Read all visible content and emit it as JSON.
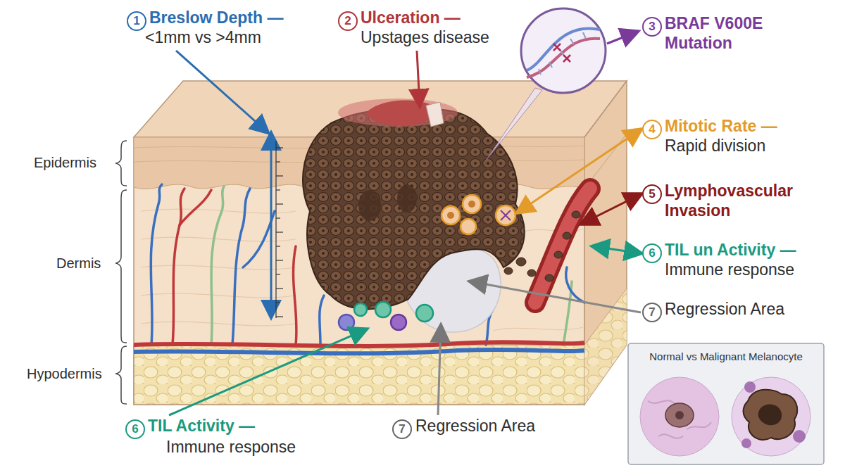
{
  "diagram": {
    "nodes": [
      {
        "text": [
          "Normal vs Malignant Melanocyte"
        ]
      }
    ],
    "labels": [
      "1",
      "Breslow Depth —",
      "<1mm vs >4mm",
      "2",
      "Ulceration —",
      "Upstages disease",
      "3",
      "BRAF V600E Mutation",
      "4",
      "Mitotic Rate —",
      "Rapid division",
      "5",
      "Lymphovascular Invasion",
      "6",
      "TIL un Activity —",
      "Immune response",
      "7",
      "Regression Area",
      "6",
      "TIL Activity —",
      "Immune response",
      "7",
      "Regression Area",
      "Epidermis",
      "Dermis",
      "Hypodermis"
    ]
  }
}
